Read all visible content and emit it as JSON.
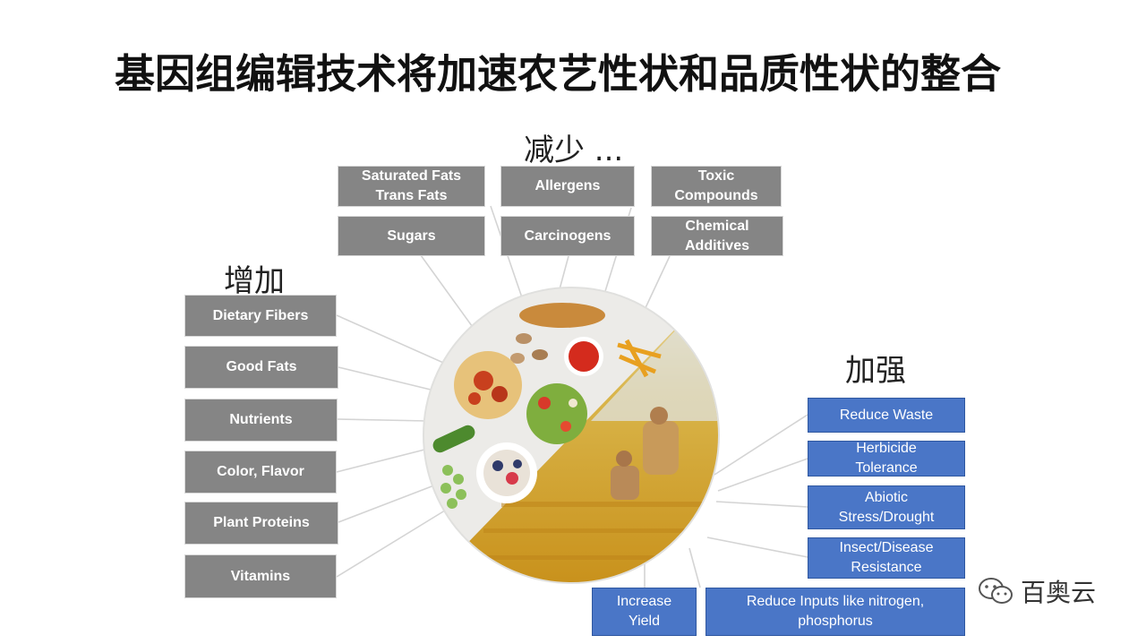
{
  "title": "基因组编辑技术将加速农艺性状和品质性状的整合",
  "headings": {
    "reduce": "减少 ...",
    "increase": "增加",
    "strengthen": "加强"
  },
  "reduce_items": [
    "Saturated Fats\nTrans Fats",
    "Allergens",
    "Toxic\nCompounds",
    "Sugars",
    "Carcinogens",
    "Chemical\nAdditives"
  ],
  "increase_items": [
    "Dietary Fibers",
    "Good Fats",
    "Nutrients",
    "Color, Flavor",
    "Plant Proteins",
    "Vitamins"
  ],
  "strengthen_items": [
    "Reduce Waste",
    "Herbicide\nTolerance",
    "Abiotic\nStress/Drought",
    "Insect/Disease\nResistance",
    "Increase\nYield",
    "Reduce Inputs like nitrogen,\nphosphorus"
  ],
  "brand": {
    "name": "百奥云"
  },
  "colors": {
    "gray_box": "#858585",
    "blue_box": "#4a76c7",
    "field": "#d9a92a"
  }
}
